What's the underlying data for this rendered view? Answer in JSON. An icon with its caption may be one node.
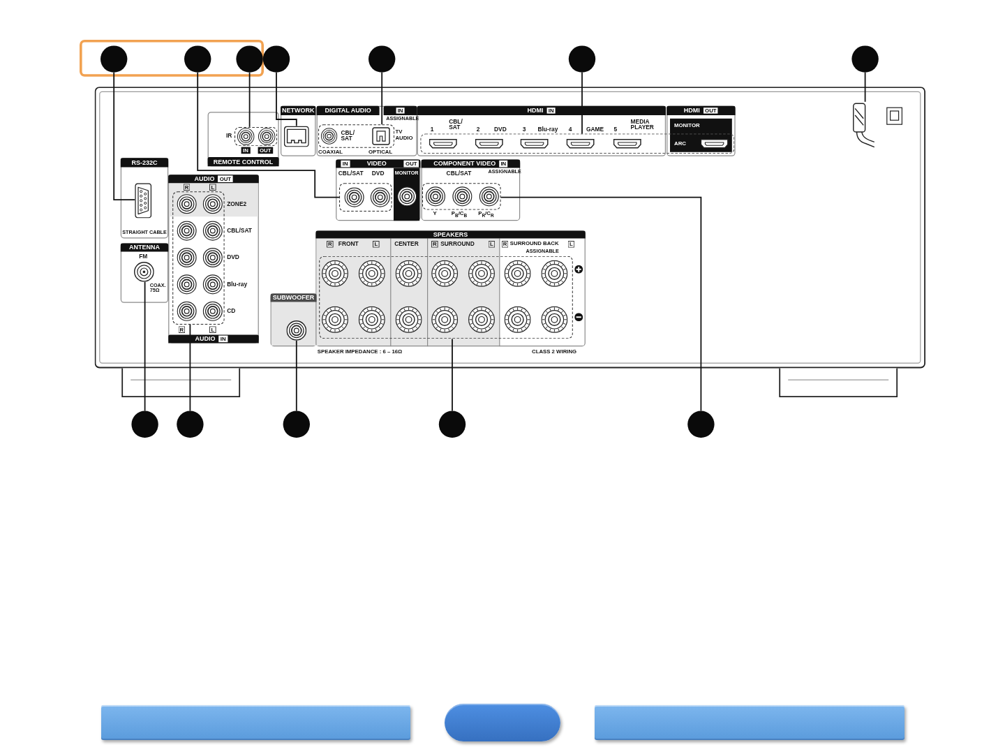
{
  "diagram": {
    "nodes": [
      {
        "text": [],
        "shape": "box"
      },
      {
        "text": [],
        "shape": "circle",
        "in": 0
      },
      {
        "text": [],
        "shape": "circle",
        "in": 0
      },
      {
        "text": [],
        "shape": "circle",
        "in": 0
      },
      {
        "text": [],
        "shape": "circle"
      },
      {
        "text": [],
        "shape": "circle"
      },
      {
        "text": [],
        "shape": "circle"
      },
      {
        "text": [],
        "shape": "circle"
      },
      {
        "text": [
          "IR",
          "IN",
          "OUT",
          "REMOTE CONTROL"
        ]
      },
      {
        "text": [],
        "shape": "box",
        "in": 8
      },
      {
        "text": [
          "NETWORK"
        ]
      },
      {
        "text": [],
        "shape": "box",
        "in": 10
      },
      {
        "text": [
          "DIGITAL AUDIO",
          "IN",
          "ASSIGNABLE",
          "TV AUDIO",
          "COAXIAL",
          "OPTICAL"
        ]
      },
      {
        "text": [
          "CBL/ SAT"
        ],
        "in": 12
      },
      {
        "text": [
          "HDMI",
          "IN",
          "1",
          "CBL/ SAT",
          "2",
          "DVD",
          "3",
          "Blu-ray",
          "4",
          "GAME",
          "5",
          "MEDIA PLAYER"
        ]
      },
      {
        "text": [
          "HDMI",
          "OUT",
          "MONITOR",
          "ARC"
        ]
      },
      {
        "text": [],
        "shape": "box"
      },
      {
        "text": [],
        "shape": "picture"
      },
      {
        "text": [
          "RS-232C",
          "STRAIGHT CABLE"
        ]
      },
      {
        "text": [],
        "shape": "box",
        "in": 18
      },
      {
        "text": [
          "AUDIO",
          "OUT",
          "R",
          "L",
          "ZONE2",
          "CBL/SAT",
          "DVD",
          "Blu-ray",
          "CD",
          "R",
          "L",
          "AUDIO",
          "IN"
        ]
      },
      {
        "text": [],
        "shape": "box",
        "in": 20
      },
      {
        "text": [
          "IN",
          "VIDEO",
          "OUT",
          "CBL/SAT",
          "DVD",
          "MONITOR"
        ]
      },
      {
        "text": [],
        "shape": "box",
        "in": 22
      },
      {
        "text": [
          "COMPONENT VIDEO",
          "IN",
          "ASSIGNABLE",
          "CBL/SAT",
          "Y",
          "P$_{B}$/C$_{B}$",
          "P$_{R}$/C$_{R}$"
        ]
      },
      {
        "text": [],
        "shape": "box",
        "in": 24
      },
      {
        "text": [
          "ANTENNA",
          "FM",
          "COAX. 75Ω"
        ]
      },
      {
        "text": [],
        "shape": "circle",
        "in": 26
      },
      {
        "text": [
          "SUBWOOFER"
        ]
      },
      {
        "text": [],
        "shape": "circle",
        "in": 28
      },
      {
        "text": [
          "SPEAKERS",
          "R",
          "FRONT",
          "L",
          "CENTER",
          "R",
          "SURROUND",
          "L",
          "R",
          "SURROUND BACK",
          "L",
          "ASSIGNABLE"
        ],
        "beside": [
          "SPEAKER IMPEDANCE : 6 – 16Ω",
          "CLASS 2 WIRING"
        ]
      },
      {
        "text": [],
        "shape": "box",
        "in": 30
      },
      {
        "text": [],
        "shape": "circle"
      },
      {
        "text": [],
        "shape": "circle"
      },
      {
        "text": [],
        "shape": "circle"
      },
      {
        "text": [],
        "shape": "circle"
      },
      {
        "text": [],
        "shape": "circle"
      },
      {
        "text": [],
        "shape": "bar"
      },
      {
        "text": [],
        "shape": "pill"
      },
      {
        "text": [],
        "shape": "bar"
      }
    ],
    "edges": [
      {
        "from": 1,
        "to": 19,
        "arrow": "none"
      },
      {
        "from": 2,
        "to": 23,
        "arrow": "none"
      },
      {
        "from": 3,
        "to": 9,
        "arrow": "none"
      },
      {
        "from": 4,
        "to": 11,
        "arrow": "none"
      },
      {
        "from": 5,
        "to": 13,
        "arrow": "none"
      },
      {
        "from": 6,
        "to": 16,
        "arrow": "none"
      },
      {
        "from": 7,
        "to": 17,
        "arrow": "none"
      },
      {
        "from": 32,
        "to": 27,
        "arrow": "none"
      },
      {
        "from": 33,
        "to": 21,
        "arrow": "none"
      },
      {
        "from": 34,
        "to": 29,
        "arrow": "none"
      },
      {
        "from": 35,
        "to": 31,
        "arrow": "none"
      },
      {
        "from": 36,
        "to": 25,
        "arrow": "none"
      }
    ]
  }
}
